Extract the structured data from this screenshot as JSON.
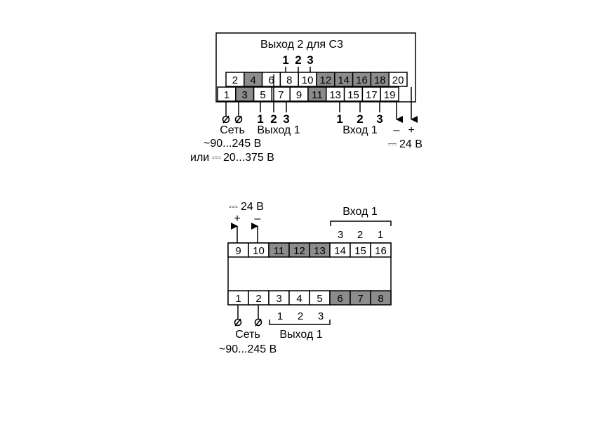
{
  "top_diagram": {
    "title": "Выход 2 для С3",
    "top_row": [
      {
        "num": "2",
        "shade": false
      },
      {
        "num": "4",
        "shade": true
      },
      {
        "num": "6",
        "shade": false
      },
      {
        "num": "8",
        "shade": false
      },
      {
        "num": "10",
        "shade": false
      },
      {
        "num": "12",
        "shade": true
      },
      {
        "num": "14",
        "shade": true
      },
      {
        "num": "16",
        "shade": true
      },
      {
        "num": "18",
        "shade": true
      },
      {
        "num": "20",
        "shade": false
      }
    ],
    "bottom_row": [
      {
        "num": "1",
        "shade": false
      },
      {
        "num": "3",
        "shade": true
      },
      {
        "num": "5",
        "shade": false
      },
      {
        "num": "7",
        "shade": false
      },
      {
        "num": "9",
        "shade": false
      },
      {
        "num": "11",
        "shade": true
      },
      {
        "num": "13",
        "shade": false
      },
      {
        "num": "15",
        "shade": false
      },
      {
        "num": "17",
        "shade": false
      },
      {
        "num": "19",
        "shade": false
      }
    ],
    "out2_marks": [
      "1",
      "2",
      "3"
    ],
    "out1_marks": [
      "1",
      "2",
      "3"
    ],
    "in1_marks": [
      "1",
      "2",
      "3"
    ],
    "net_label": "Сеть",
    "out1_label": "Выход 1",
    "in1_label": "Вход 1",
    "minus": "–",
    "plus": "+",
    "ac_range": "~90...245 В",
    "or_label": "или",
    "dc_range": "20...375 В",
    "dc_symbol": "⎓",
    "supply": "24 В"
  },
  "bottom_diagram": {
    "supply": "24 В",
    "dc_symbol": "⎓",
    "plus": "+",
    "minus": "–",
    "in1_label": "Вход 1",
    "in1_marks": [
      "3",
      "2",
      "1"
    ],
    "top_row": [
      {
        "num": "9",
        "shade": false
      },
      {
        "num": "10",
        "shade": false
      },
      {
        "num": "11",
        "shade": true
      },
      {
        "num": "12",
        "shade": true
      },
      {
        "num": "13",
        "shade": true
      },
      {
        "num": "14",
        "shade": false
      },
      {
        "num": "15",
        "shade": false
      },
      {
        "num": "16",
        "shade": false
      }
    ],
    "bottom_row": [
      {
        "num": "1",
        "shade": false
      },
      {
        "num": "2",
        "shade": false
      },
      {
        "num": "3",
        "shade": false
      },
      {
        "num": "4",
        "shade": false
      },
      {
        "num": "5",
        "shade": false
      },
      {
        "num": "6",
        "shade": true
      },
      {
        "num": "7",
        "shade": true
      },
      {
        "num": "8",
        "shade": true
      }
    ],
    "out1_marks": [
      "1",
      "2",
      "3"
    ],
    "net_label": "Сеть",
    "out1_label": "Выход 1",
    "ac_range": "~90...245 В"
  },
  "colors": {
    "shade": "#8c8c8c",
    "line": "#000000",
    "bg": "#ffffff"
  }
}
